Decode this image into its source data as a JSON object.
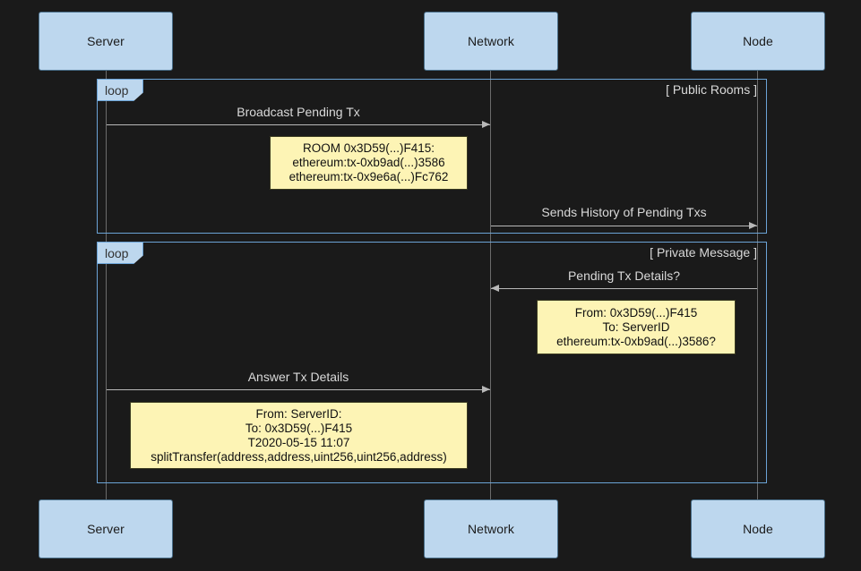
{
  "diagram": {
    "type": "sequence-diagram",
    "background_color": "#1a1a1a",
    "participant_color": "#bdd7ee",
    "note_color": "#fdf4b5",
    "fragment_color": "#6ba3d6",
    "participants": [
      {
        "name": "Server",
        "label": "Server"
      },
      {
        "name": "Network",
        "label": "Network"
      },
      {
        "name": "Node",
        "label": "Node"
      }
    ],
    "participants_bottom": [
      {
        "name": "Server",
        "label": "Server"
      },
      {
        "name": "Network",
        "label": "Network"
      },
      {
        "name": "Node",
        "label": "Node"
      }
    ],
    "fragments": [
      {
        "kind": "loop",
        "tag": "loop",
        "condition": "[ Public Rooms ]"
      },
      {
        "kind": "loop",
        "tag": "loop",
        "condition": "[ Private Message ]"
      }
    ],
    "messages": [
      {
        "label": "Broadcast Pending Tx",
        "from": "Server",
        "to": "Network",
        "direction": "right"
      },
      {
        "label": "Sends History of Pending Txs",
        "from": "Network",
        "to": "Node",
        "direction": "right"
      },
      {
        "label": "Pending Tx Details?",
        "from": "Node",
        "to": "Network",
        "direction": "left"
      },
      {
        "label": "Answer Tx Details",
        "from": "Server",
        "to": "Network",
        "direction": "right"
      }
    ],
    "notes": [
      {
        "over": "Network",
        "lines": [
          "ROOM 0x3D59(...)F415:",
          "ethereum:tx-0xb9ad(...)3586",
          "ethereum:tx-0x9e6a(...)Fc762"
        ]
      },
      {
        "over": "Node",
        "lines": [
          "From: 0x3D59(...)F415",
          "To: ServerID",
          "ethereum:tx-0xb9ad(...)3586?"
        ]
      },
      {
        "over": "Server",
        "lines": [
          "From: ServerID:",
          "To: 0x3D59(...)F415",
          "T2020-05-15 11:07",
          "splitTransfer(address,address,uint256,uint256,address)"
        ]
      }
    ]
  }
}
